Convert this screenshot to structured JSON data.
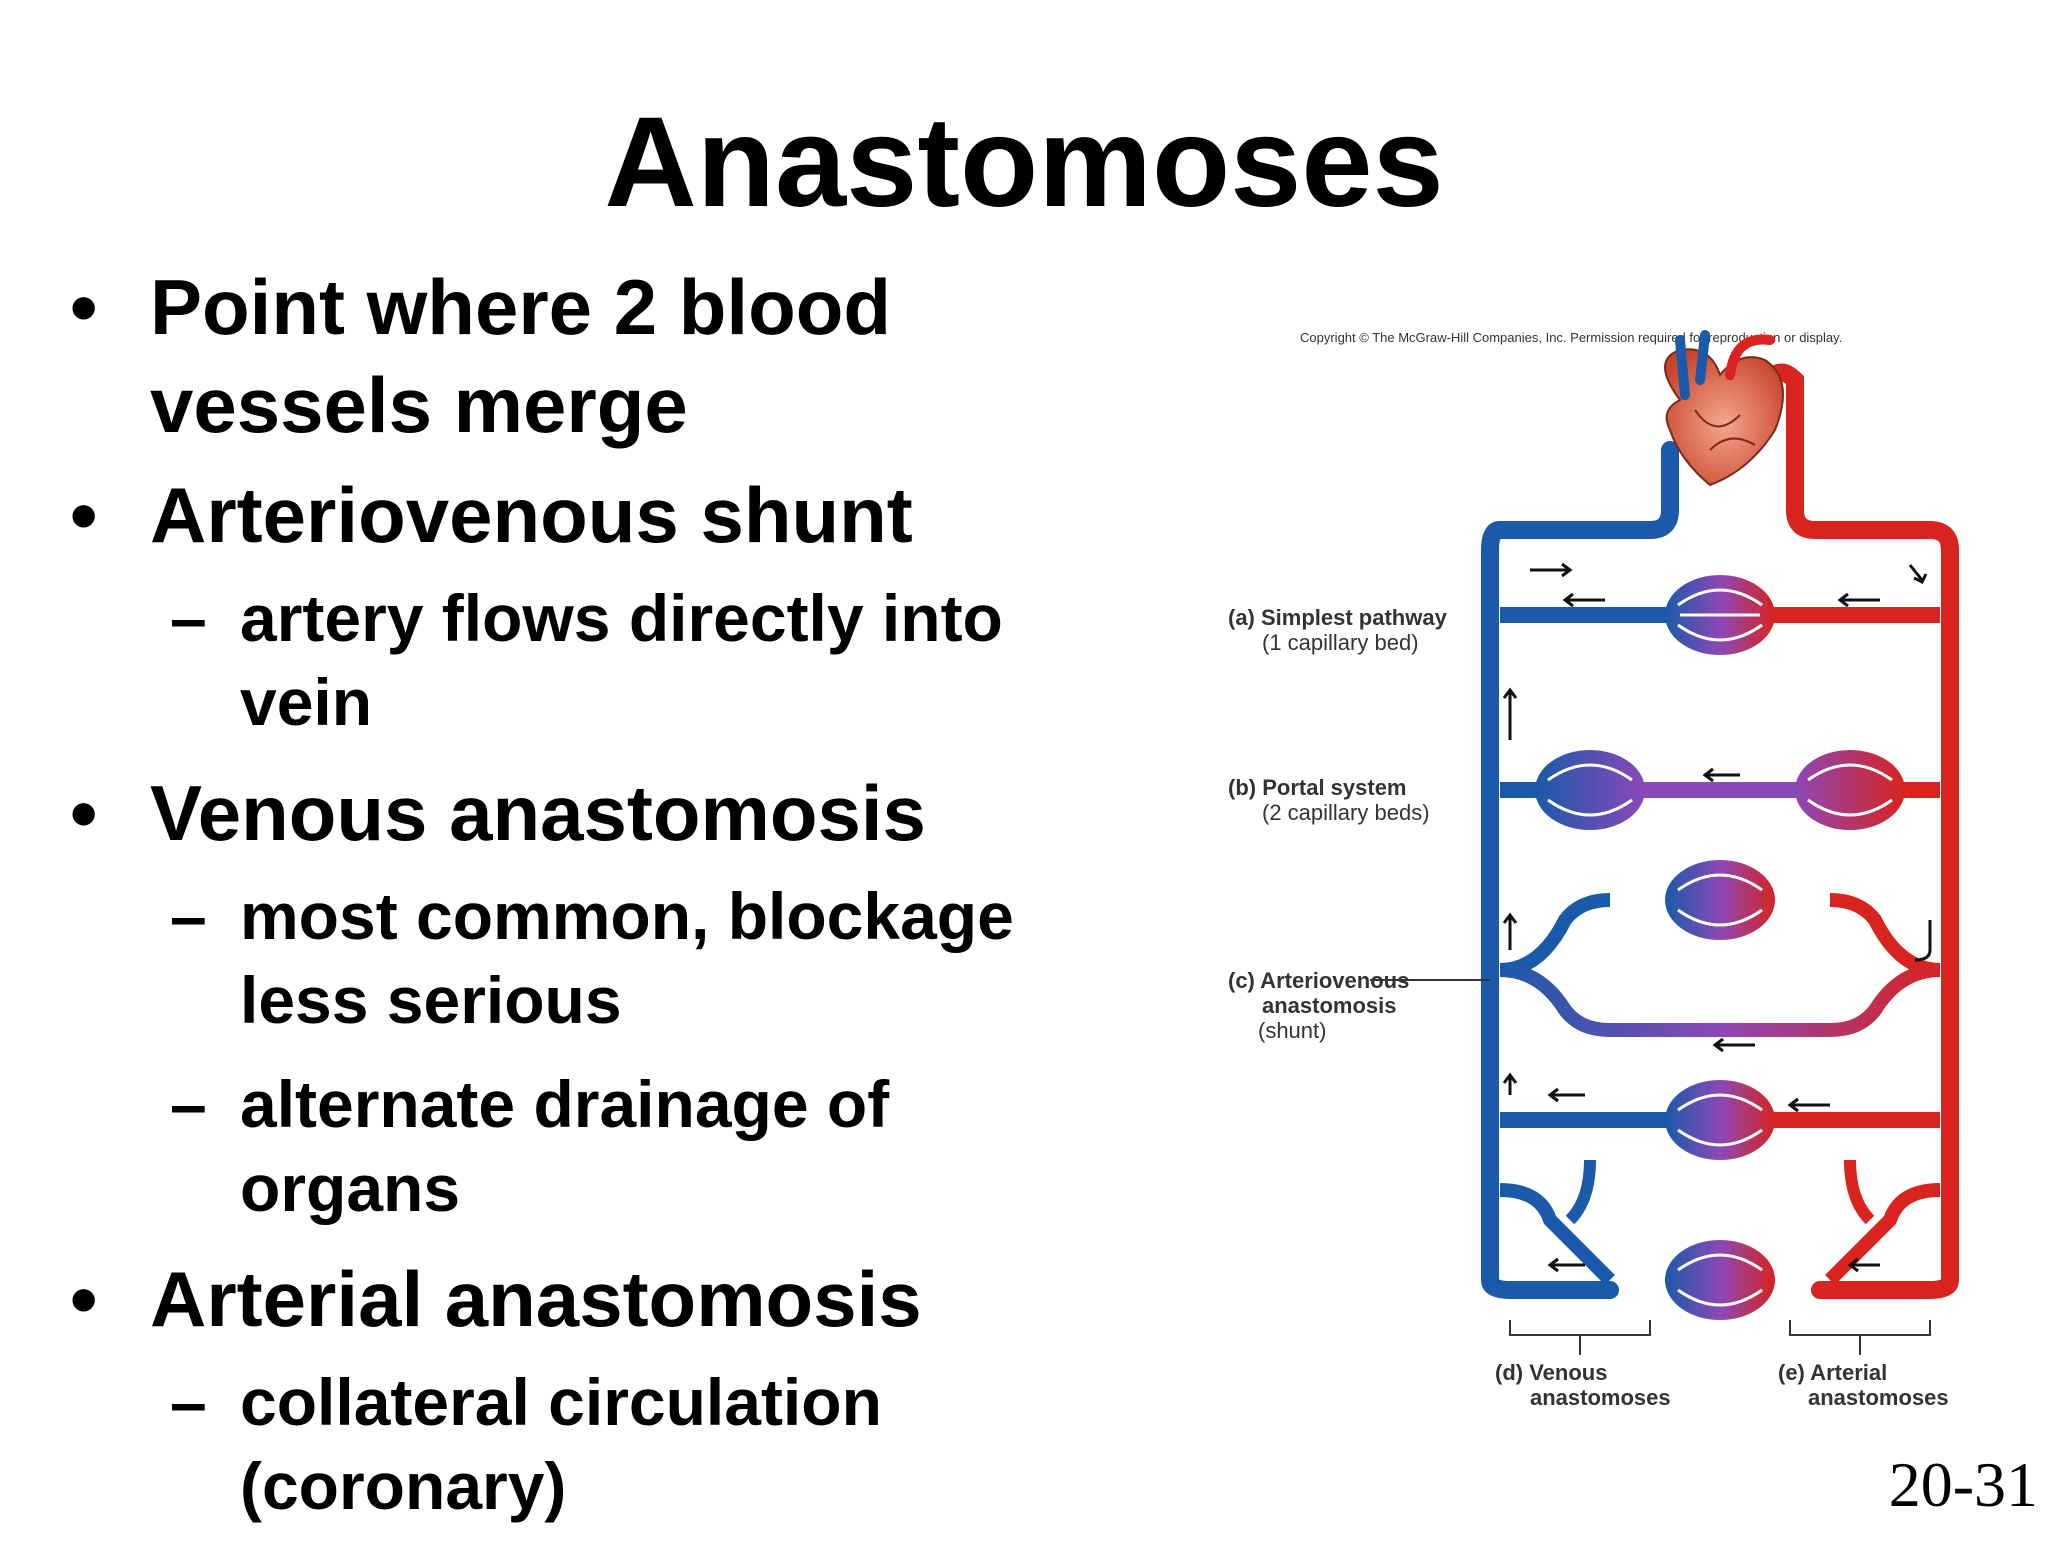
{
  "title": "Anastomoses",
  "bullets": [
    {
      "text": "Point where 2 blood vessels merge",
      "subs": []
    },
    {
      "text": "Arteriovenous shunt",
      "subs": [
        "artery flows directly into vein"
      ]
    },
    {
      "text": "Venous anastomosis",
      "subs": [
        "most common, blockage less serious",
        "alternate drainage of organs"
      ]
    },
    {
      "text": "Arterial anastomosis",
      "subs": [
        "collateral circulation (coronary)"
      ]
    }
  ],
  "slide_number": "20-31",
  "diagram": {
    "copyright": "Copyright © The McGraw-Hill Companies, Inc. Permission required for reproduction or display.",
    "labels": {
      "a_title": "(a) Simplest pathway",
      "a_sub": "(1 capillary bed)",
      "b_title": "(b) Portal system",
      "b_sub": "(2 capillary beds)",
      "c_title": "(c) Arteriovenous",
      "c_line2": "anastomosis",
      "c_sub": "(shunt)",
      "d_title": "(d) Venous",
      "d_line2": "anastomoses",
      "e_title": "(e) Arterial",
      "e_line2": "anastomoses"
    },
    "colors": {
      "vein": "#1a5aa8",
      "artery": "#d8231f",
      "mixed": "#8b48b8"
    }
  }
}
